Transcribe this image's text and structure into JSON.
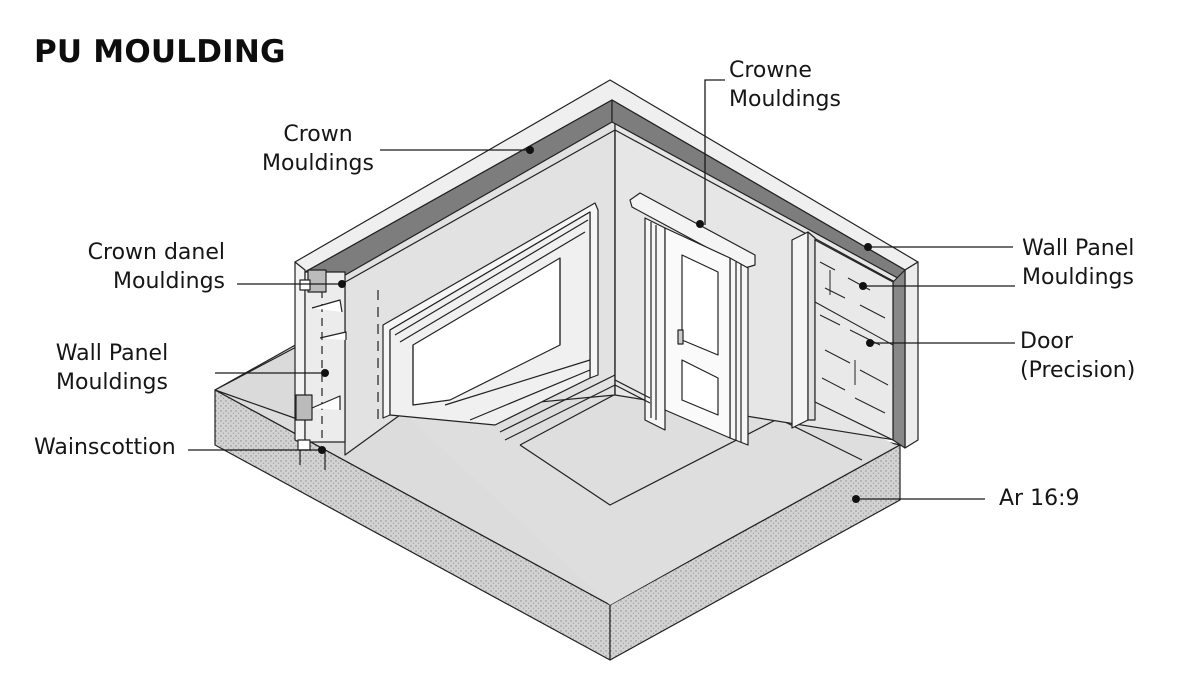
{
  "title": "PU MOULDING",
  "labels": {
    "crown_left": {
      "line1": "Crown",
      "line2": "Mouldings"
    },
    "crown_top": {
      "line1": "Crowne",
      "line2": "Mouldings"
    },
    "crown_panel": {
      "line1": "Crown danel",
      "line2": "Mouldings"
    },
    "wall_panel_left": {
      "line1": "Wall Panel",
      "line2": "Mouldings"
    },
    "wainscotting": {
      "line1": "Wainscottion"
    },
    "wall_panel_right": {
      "line1": "Wall Panel",
      "line2": "Mouldings"
    },
    "door": {
      "line1": "Door",
      "line2": "(Precision)"
    },
    "aspect": {
      "line1": "Ar 16:9"
    }
  },
  "colors": {
    "background": "#ffffff",
    "wall": "#e3e3e3",
    "floor": "#dcdcdc",
    "slab_side": "#cfcfcf",
    "crown_band": "#7d7d7d",
    "trim": "#f5f5f5",
    "line": "#222222"
  }
}
